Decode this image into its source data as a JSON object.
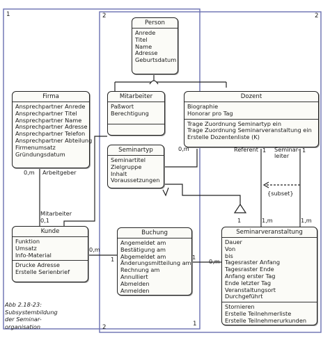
{
  "caption": [
    "Abb 2.18-23:",
    "Subsystembildung",
    "der Seminar-",
    "organisation"
  ],
  "subsystem_markers": [
    "1",
    "2",
    "2",
    "1",
    "2"
  ],
  "classes": {
    "person": {
      "title": "Person",
      "sections": [
        [
          "Anrede",
          "Titel",
          "Name",
          "Adresse",
          "Geburtsdatum"
        ]
      ]
    },
    "firma": {
      "title": "Firma",
      "sections": [
        [
          "Ansprechpartner Anrede",
          "Ansprechpartner Titel",
          "Ansprechpartner Name",
          "Ansprechpartner Adresse",
          "Ansprechpartner Telefon",
          "Ansprechpartner Abteilung",
          "Firmenumsatz",
          "Gründungsdatum"
        ]
      ]
    },
    "mitarbeiter": {
      "title": "Mitarbeiter",
      "sections": [
        [
          "Paßwort",
          "Berechtigung"
        ],
        []
      ]
    },
    "dozent": {
      "title": "Dozent",
      "sections": [
        [
          "Biographie",
          "Honorar pro Tag"
        ],
        [
          "Trage Zuordnung Seminartyp ein",
          "Trage Zuordnung Seminarveranstaltung ein",
          "Erstelle Dozentenliste (K)"
        ]
      ]
    },
    "seminartyp": {
      "title": "Seminartyp",
      "sections": [
        [
          "Seminartitel",
          "Zielgruppe",
          "Inhalt",
          "Voraussetzungen"
        ]
      ]
    },
    "kunde": {
      "title": "Kunde",
      "sections": [
        [
          "Funktion",
          "Umsatz",
          "Info-Material"
        ],
        [
          "Drucke Adresse",
          "Erstelle Serienbrief"
        ]
      ]
    },
    "buchung": {
      "title": "Buchung",
      "sections": [
        [
          "Angemeldet am",
          "Bestätigung am",
          "Abgemeldet am",
          "Änderungsmitteilung am",
          "Rechnung am",
          "Annulliert",
          "Abmelden",
          "Anmelden"
        ]
      ]
    },
    "seminarveranstaltung": {
      "title": "Seminarveranstaltung",
      "sections": [
        [
          "Dauer",
          "Von",
          "bis",
          "Tagesraster Anfang",
          "Tagesraster Ende",
          "Anfang erster Tag",
          "Ende letzter Tag",
          "Veranstaltungsort",
          "Durchgeführt"
        ],
        [
          "Stornieren",
          "Erstelle Teilnehmerliste",
          "Erstelle Teilnehmerurkunden"
        ]
      ]
    }
  },
  "labels": {
    "firma_mult": "0,m",
    "arbeitgeber": "Arbeitgeber",
    "mitarbeiter_role": "Mitarbeiter",
    "kunde_mult": "0,1",
    "seminartyp_mult": "0,m",
    "referent": "Referent",
    "referent_mult": "1",
    "seminarleiter": "Seminar-\nleiter",
    "seminarleiter_mult": "1",
    "subset": "{subset}",
    "st_sv_mult": "1",
    "sv_mult_1m_left": "1,m",
    "sv_mult_1m_right": "1,m",
    "kunde_buchung_0m": "0,m",
    "kunde_buchung_1": "1",
    "buchung_sv_1": "1",
    "buchung_sv_0m": "0,m"
  }
}
